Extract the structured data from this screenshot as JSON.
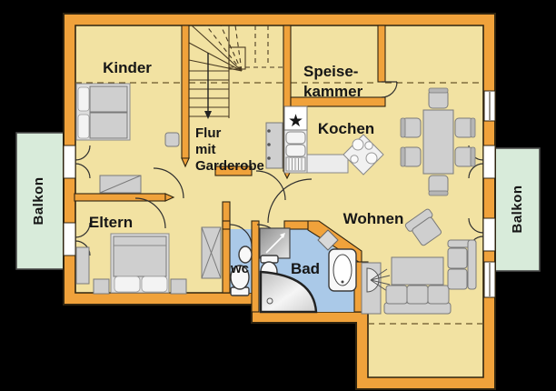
{
  "plan": {
    "rooms": {
      "kinder": {
        "label": "Kinder"
      },
      "speisekammer": {
        "label_line1": "Speise-",
        "label_line2": "kammer"
      },
      "flur": {
        "label_line1": "Flur",
        "label_line2": "mit",
        "label_line3": "Garderobe"
      },
      "kochen": {
        "label": "Kochen"
      },
      "eltern": {
        "label": "Eltern"
      },
      "wc": {
        "label": "wc"
      },
      "bad": {
        "label": "Bad"
      },
      "wohnen": {
        "label": "Wohnen"
      },
      "balkon_left": {
        "label": "Balkon"
      },
      "balkon_right": {
        "label": "Balkon"
      }
    },
    "symbols": {
      "kitchen_star": "★"
    },
    "colors": {
      "background": "#000000",
      "wall": "#f0a23b",
      "wall_outline": "#2f2410",
      "floor": "#f2e2a2",
      "bath_floor": "#aac9e8",
      "balcony": "#d8ebda",
      "furniture": "#cfcfcf",
      "fixture": "#f8f8f8"
    }
  }
}
